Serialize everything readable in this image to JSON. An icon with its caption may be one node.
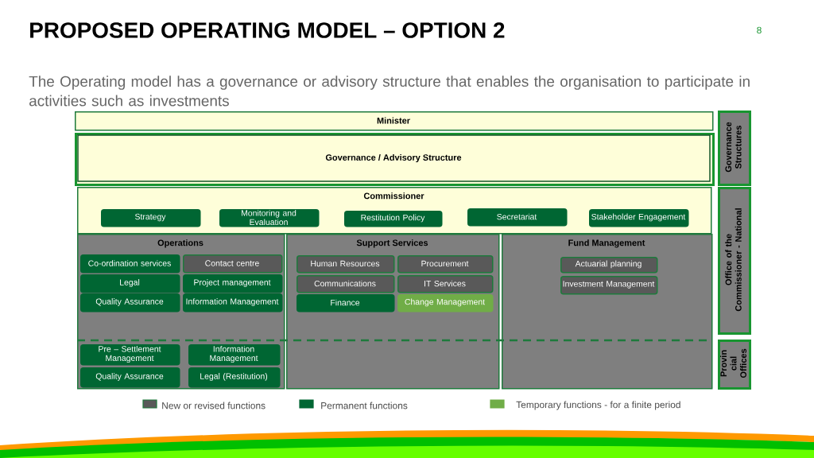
{
  "diagram": {
    "title": "PROPOSED OPERATING MODEL – OPTION 2",
    "nodes": [
      {
        "text": [
          "Minister"
        ]
      },
      {
        "text": [
          "Governance / Advisory Structure"
        ]
      },
      {
        "text": [
          "Commissioner"
        ]
      },
      {
        "text": [
          "Strategy"
        ],
        "in": 2
      },
      {
        "text": [
          "Monitoring and Evaluation"
        ],
        "in": 2
      },
      {
        "text": [
          "Restitution Policy"
        ],
        "in": 2
      },
      {
        "text": [
          "Secretariat"
        ],
        "in": 2
      },
      {
        "text": [
          "Stakeholder Engagement"
        ],
        "in": 2
      },
      {
        "text": [
          "Operations"
        ]
      },
      {
        "text": [
          "Co-ordination services"
        ],
        "in": 8
      },
      {
        "text": [
          "Contact centre"
        ],
        "in": 8
      },
      {
        "text": [
          "Legal"
        ],
        "in": 8
      },
      {
        "text": [
          "Project management"
        ],
        "in": 8
      },
      {
        "text": [
          "Quality Assurance"
        ],
        "in": 8
      },
      {
        "text": [
          "Information Management"
        ],
        "in": 8
      },
      {
        "text": [
          "Pre – Settlement Management"
        ],
        "in": 8
      },
      {
        "text": [
          "Information Management"
        ],
        "in": 8
      },
      {
        "text": [
          "Quality Assurance"
        ],
        "in": 8
      },
      {
        "text": [
          "Legal (Restitution)"
        ],
        "in": 8
      },
      {
        "text": [
          "Support Services"
        ]
      },
      {
        "text": [
          "Human Resources"
        ],
        "in": 19
      },
      {
        "text": [
          "Procurement"
        ],
        "in": 19
      },
      {
        "text": [
          "Communications"
        ],
        "in": 19
      },
      {
        "text": [
          "IT Services"
        ],
        "in": 19
      },
      {
        "text": [
          "Finance"
        ],
        "in": 19
      },
      {
        "text": [
          "Change Management"
        ],
        "in": 19
      },
      {
        "text": [
          "Fund Management"
        ]
      },
      {
        "text": [
          "Actuarial planning"
        ],
        "in": 26
      },
      {
        "text": [
          "Investment Management"
        ],
        "in": 26
      },
      {
        "text": [
          "Governance Structures"
        ]
      },
      {
        "text": [
          "Office of the Commissioner - National"
        ]
      },
      {
        "text": [
          "Provin cial Offices"
        ]
      }
    ],
    "labels": [
      "8",
      "The Operating model has a governance or advisory structure that enables the organisation to participate in activities such as investments"
    ],
    "legend": [
      {
        "text": "New or revised functions",
        "color": "#595959"
      },
      {
        "text": "Permanent functions",
        "color": "#006633"
      },
      {
        "text": "Temporary functions - for a finite period",
        "color": "#70ad47"
      }
    ]
  }
}
